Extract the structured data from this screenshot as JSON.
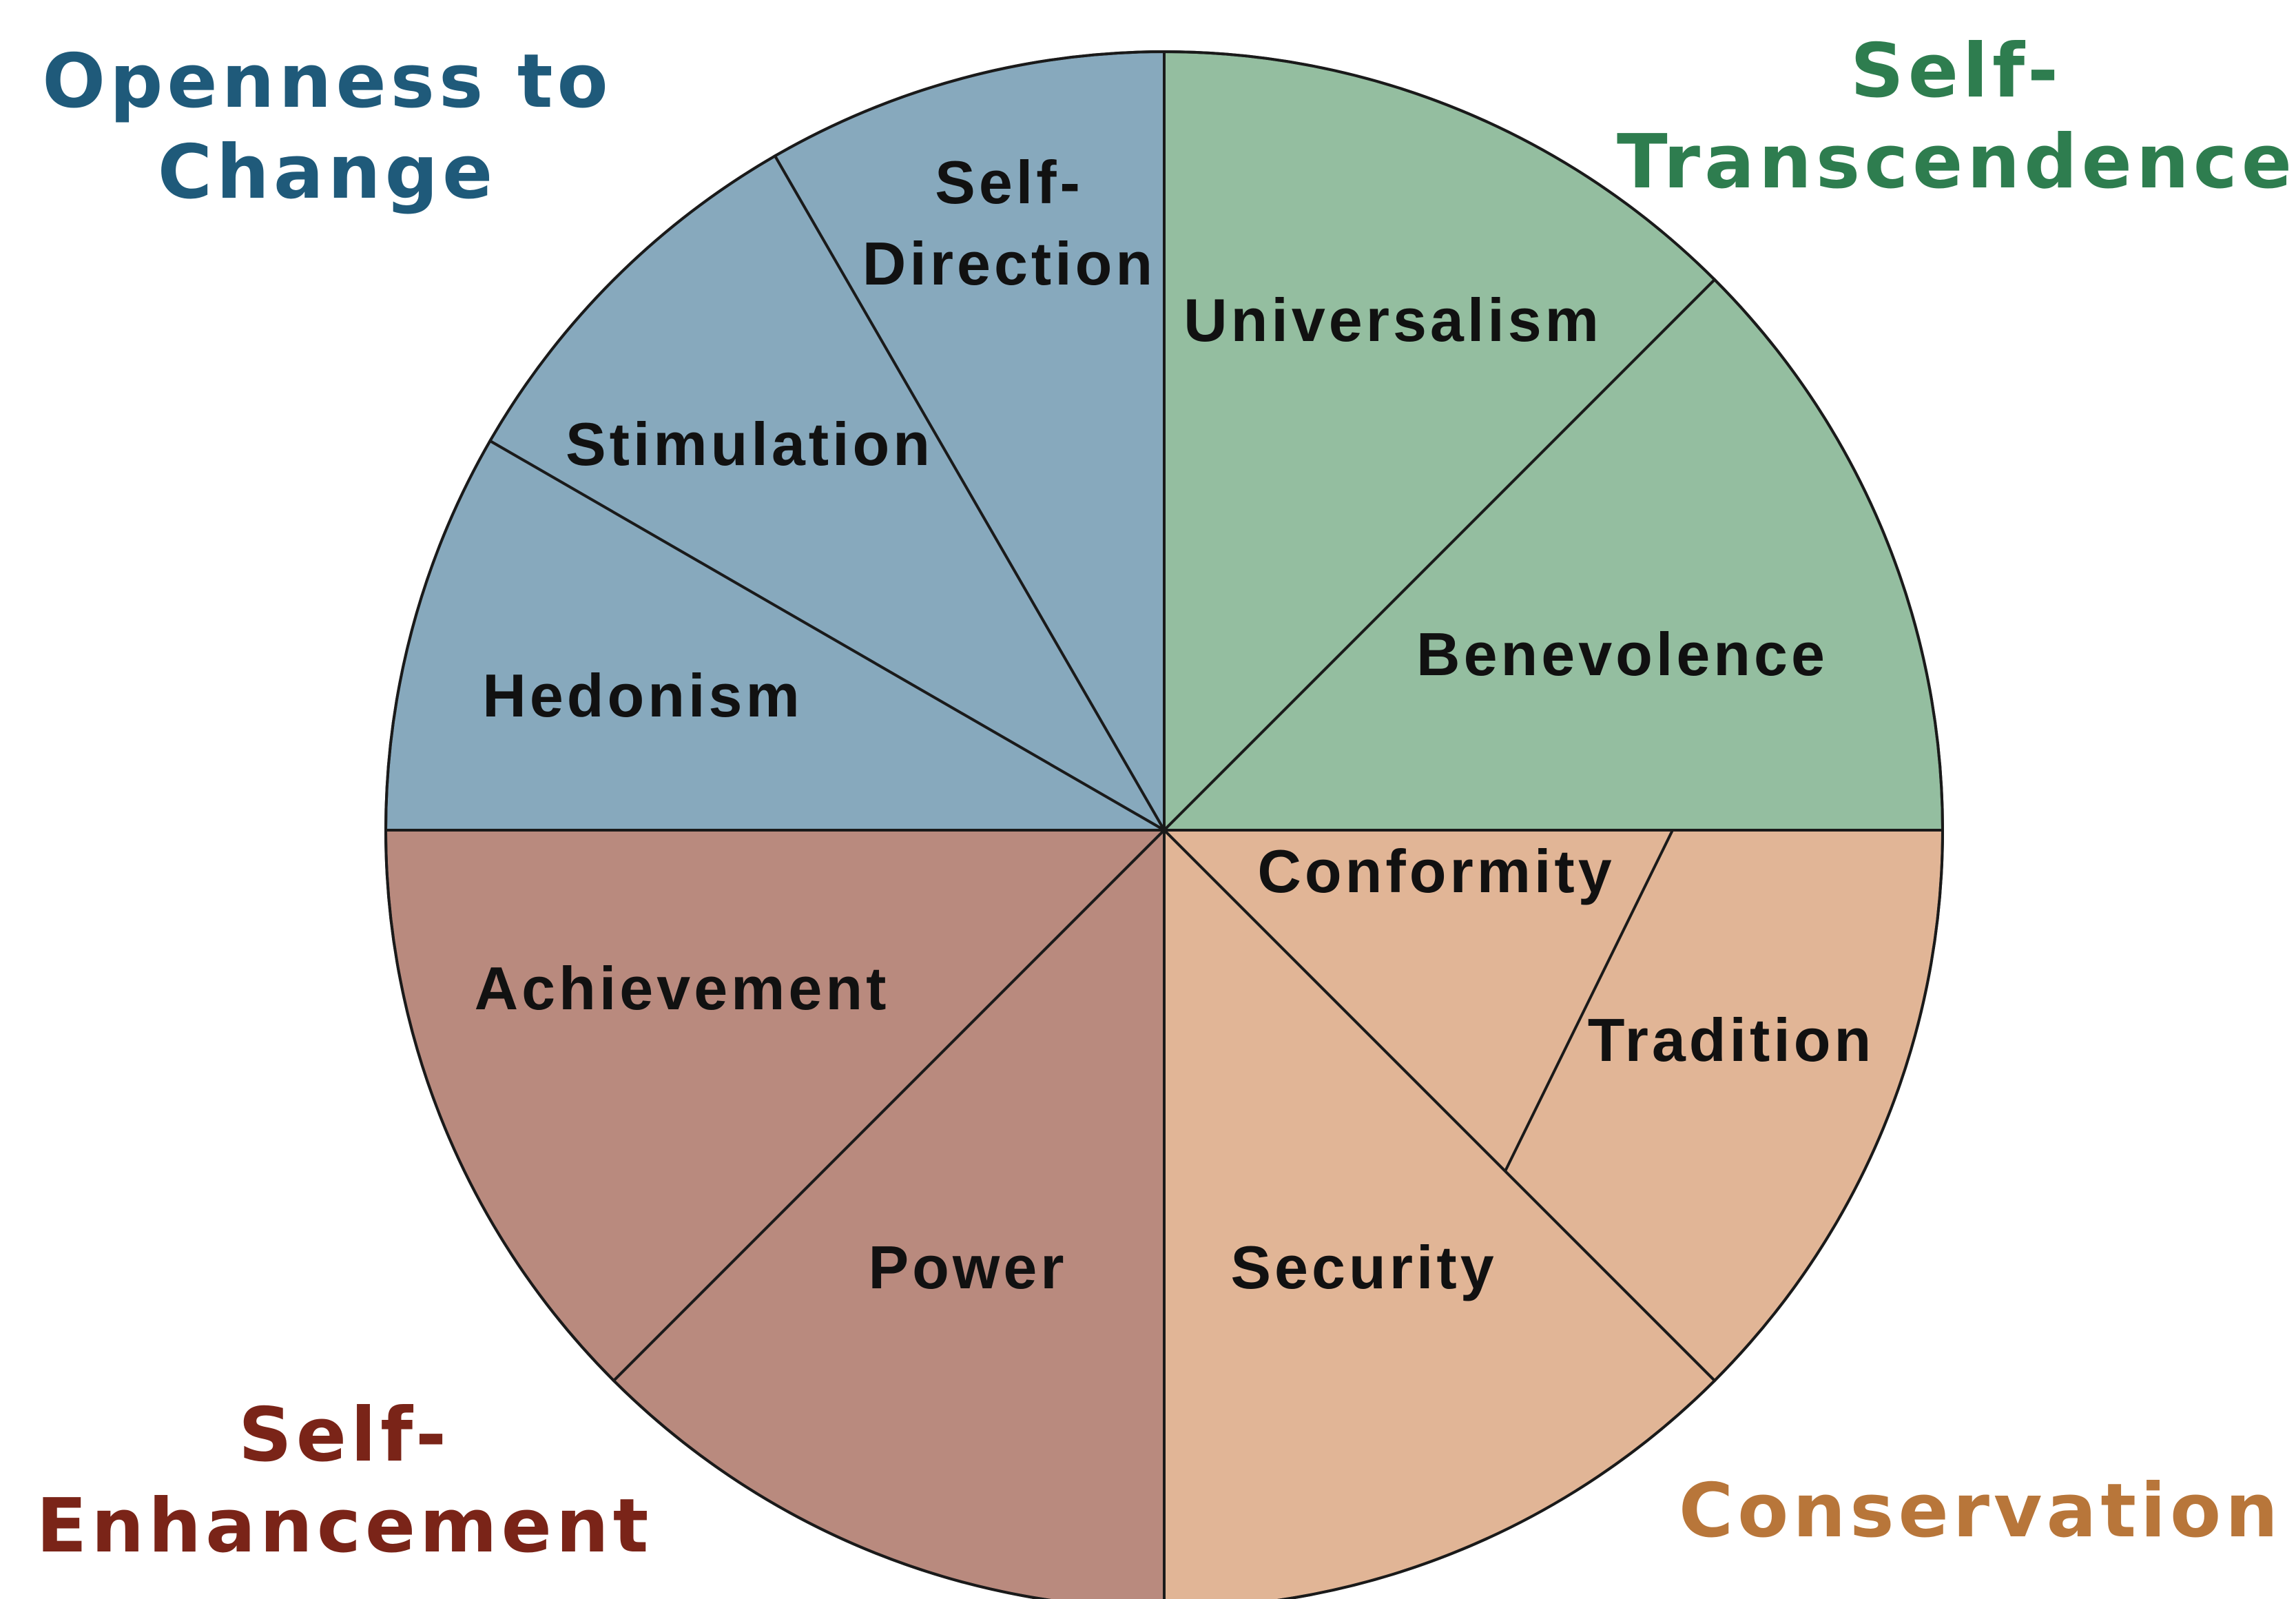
{
  "diagram": {
    "groups": [
      {
        "id": "openness",
        "lines": [
          "Openness to",
          "Change"
        ],
        "color": "#1f5a7a"
      },
      {
        "id": "transcendence",
        "lines": [
          "Self-",
          "Transcendence"
        ],
        "color": "#2e7d4f"
      },
      {
        "id": "enhancement",
        "lines": [
          "Self-",
          "Enhancement"
        ],
        "color": "#7a2418"
      },
      {
        "id": "conservation",
        "lines": [
          "Conservation"
        ],
        "color": "#b8763a"
      }
    ],
    "segments": [
      {
        "id": "self-direction",
        "lines": [
          "Self-",
          "Direction"
        ],
        "group": "openness"
      },
      {
        "id": "stimulation",
        "lines": [
          "Stimulation"
        ],
        "group": "openness"
      },
      {
        "id": "hedonism",
        "lines": [
          "Hedonism"
        ],
        "group": "openness"
      },
      {
        "id": "universalism",
        "lines": [
          "Universalism"
        ],
        "group": "transcendence"
      },
      {
        "id": "benevolence",
        "lines": [
          "Benevolence"
        ],
        "group": "transcendence"
      },
      {
        "id": "conformity",
        "lines": [
          "Conformity"
        ],
        "group": "conservation"
      },
      {
        "id": "tradition",
        "lines": [
          "Tradition"
        ],
        "group": "conservation"
      },
      {
        "id": "security",
        "lines": [
          "Security"
        ],
        "group": "conservation"
      },
      {
        "id": "achievement",
        "lines": [
          "Achievement"
        ],
        "group": "enhancement"
      },
      {
        "id": "power",
        "lines": [
          "Power"
        ],
        "group": "enhancement"
      }
    ],
    "colors": {
      "openness_fill": "#87a9bd",
      "transcendence_fill": "#94bea0",
      "conservation_fill": "#e1b596",
      "enhancement_fill": "#b98a7e",
      "stroke": "#1a1a1a"
    }
  }
}
